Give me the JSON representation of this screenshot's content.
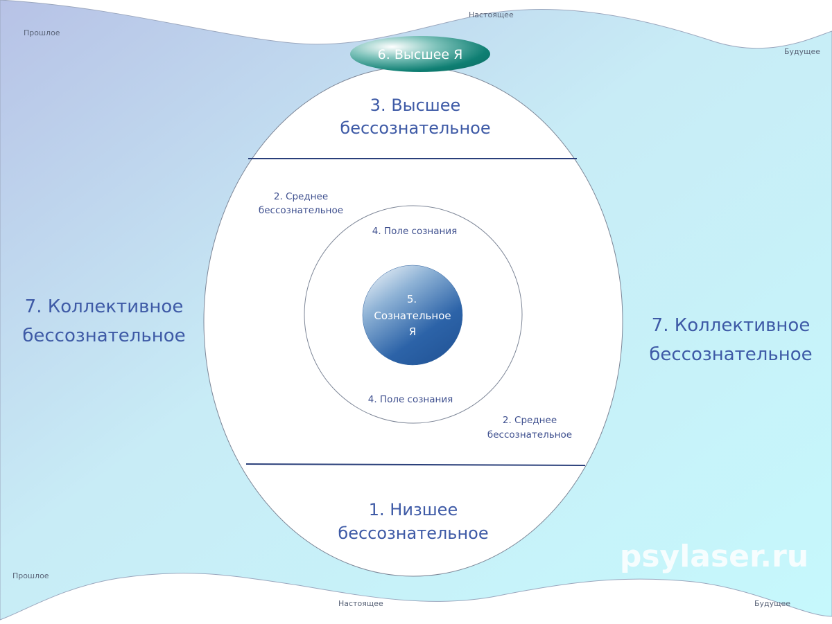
{
  "time_labels": {
    "top_past": "Прошлое",
    "top_present": "Настоящее",
    "top_future": "Будущее",
    "bottom_past": "Прошлое",
    "bottom_present": "Настоящее",
    "bottom_future": "Будущее"
  },
  "collective": {
    "left_line1": "7. Коллективное",
    "left_line2": "бессознательное",
    "right_line1": "7. Коллективное",
    "right_line2": "бессознательное"
  },
  "higher_self": "6. Высшее Я",
  "higher_unconscious": {
    "line1": "3. Высшее",
    "line2": "бессознательное"
  },
  "middle_unconscious": {
    "upper_line1": "2. Среднее",
    "upper_line2": "бессознательное",
    "lower_line1": "2. Среднее",
    "lower_line2": "бессознательное"
  },
  "field_of_consciousness": {
    "top": "4. Поле сознания",
    "bottom": "4. Поле сознания"
  },
  "conscious_self": {
    "line1": "5.",
    "line2": "Сознательное",
    "line3": "Я"
  },
  "lower_unconscious": {
    "line1": "1. Низшее",
    "line2": "бессознательное"
  },
  "watermark": "psylaser.ru",
  "colors": {
    "background_top_left": "#b9c6e6",
    "background_bottom_right": "#c9f7fb",
    "label_blue": "#3e5aa6",
    "divider_line": "#2a3f7a",
    "higher_self_fill": "#0f7f73",
    "conscious_self_fill": "#2c63a8"
  }
}
